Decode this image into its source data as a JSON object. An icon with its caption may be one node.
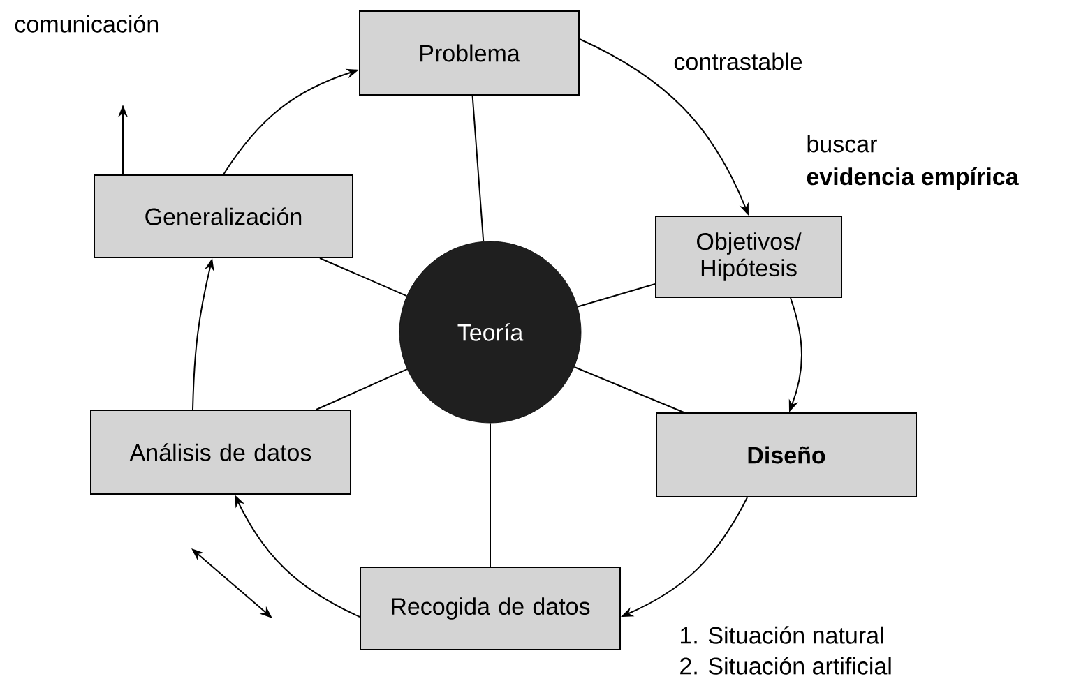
{
  "diagram": {
    "nodes": [
      {
        "text": [
          "Problema"
        ]
      },
      {
        "text": [
          "Objetivos/ Hipótesis"
        ]
      },
      {
        "text": [
          "Diseño"
        ]
      },
      {
        "text": [
          "Recogida de datos"
        ]
      },
      {
        "text": [
          "Análisis de datos"
        ]
      },
      {
        "text": [
          "Generalización"
        ]
      },
      {
        "text": [
          "Teoría"
        ]
      }
    ],
    "edges": [
      {
        "from": 0,
        "to": 1,
        "arrow": "to"
      },
      {
        "from": 1,
        "to": 2,
        "arrow": "to"
      },
      {
        "from": 2,
        "to": 3,
        "arrow": "to"
      },
      {
        "from": 3,
        "to": 4,
        "arrow": "to"
      },
      {
        "from": 4,
        "to": 5,
        "arrow": "to"
      },
      {
        "from": 5,
        "to": 0,
        "arrow": "to"
      },
      {
        "from": 6,
        "to": 0,
        "arrow": "none"
      },
      {
        "from": 6,
        "to": 1,
        "arrow": "none"
      },
      {
        "from": 6,
        "to": 2,
        "arrow": "none"
      },
      {
        "from": 6,
        "to": 3,
        "arrow": "none"
      },
      {
        "from": 6,
        "to": 4,
        "arrow": "none"
      },
      {
        "from": 6,
        "to": 5,
        "arrow": "none"
      },
      {
        "from": 5,
        "to": null,
        "arrow": "to"
      }
    ],
    "labels": [
      "comunicación",
      "contrastable",
      "buscar",
      "evidencia empírica",
      "1. Situación natural",
      "2. Situación artificial"
    ]
  }
}
